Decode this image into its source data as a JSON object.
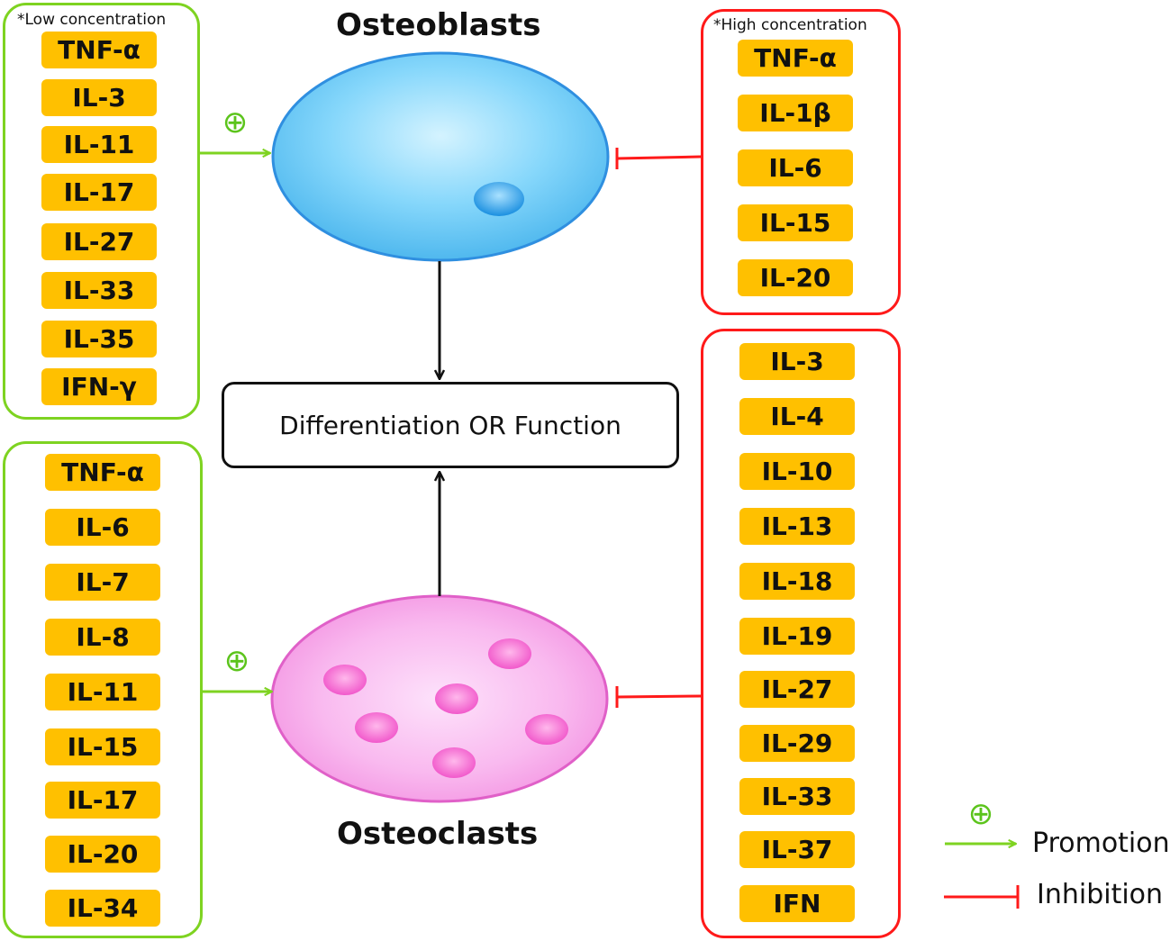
{
  "cells": {
    "osteoblasts_label": "Osteoblasts",
    "osteoclasts_label": "Osteoclasts"
  },
  "center_box": {
    "label": "Differentiation OR Function"
  },
  "groups": {
    "osteoblast_promote": {
      "note": "*Low concentration",
      "items": [
        "TNF-α",
        "IL-3",
        "IL-11",
        "IL-17",
        "IL-27",
        "IL-33",
        "IL-35",
        "IFN-γ"
      ]
    },
    "osteoblast_inhibit": {
      "note": "*High concentration",
      "items": [
        "TNF-α",
        "IL-1β",
        "IL-6",
        "IL-15",
        "IL-20"
      ]
    },
    "osteoclast_promote": {
      "items": [
        "TNF-α",
        "IL-6",
        "IL-7",
        "IL-8",
        "IL-11",
        "IL-15",
        "IL-17",
        "IL-20",
        "IL-34"
      ]
    },
    "osteoclast_inhibit": {
      "items": [
        "IL-3",
        "IL-4",
        "IL-10",
        "IL-13",
        "IL-18",
        "IL-19",
        "IL-27",
        "IL-29",
        "IL-33",
        "IL-37",
        "IFN"
      ]
    }
  },
  "legend": {
    "promotion": "Promotion",
    "inhibition": "Inhibition"
  },
  "colors": {
    "promotion": "#7ed321",
    "inhibition": "#ff1a1a",
    "chip": "#ffc000",
    "osteoblast_fill": "#5cc4f2",
    "osteoclast_fill": "#f7a4e8"
  },
  "icons": {
    "plus_symbol": "⊕"
  }
}
